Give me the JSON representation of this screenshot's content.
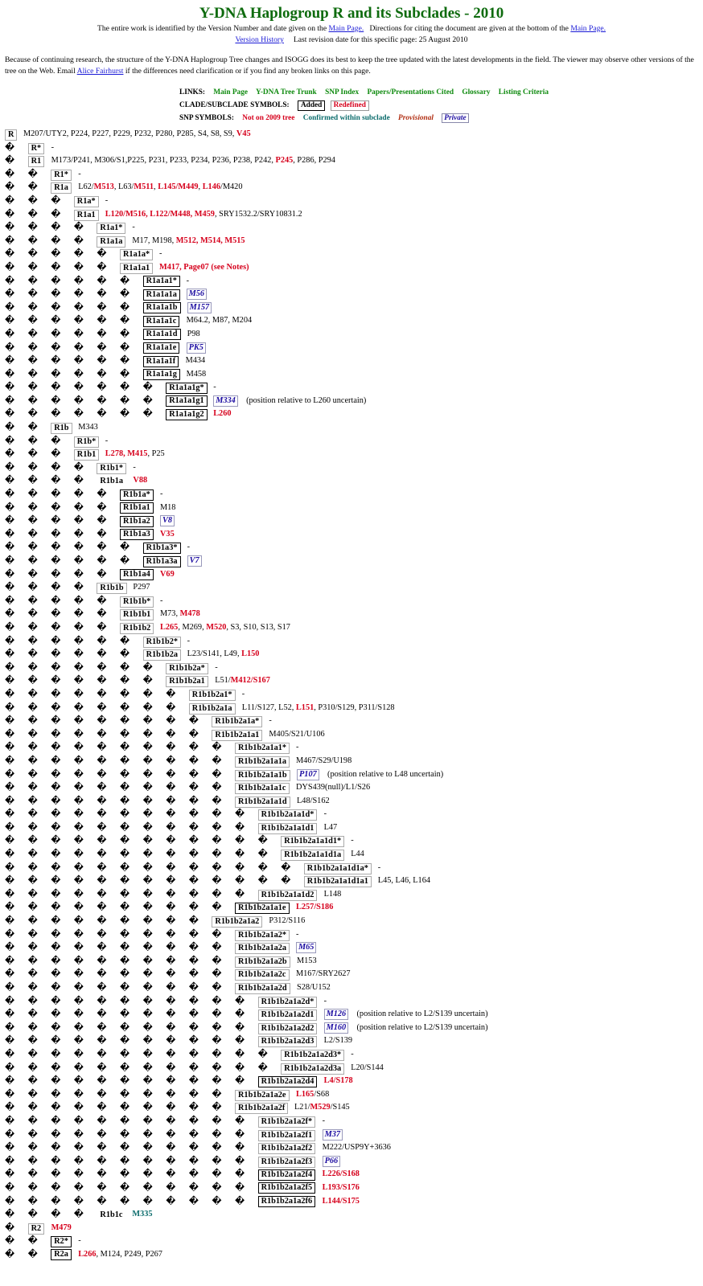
{
  "header": {
    "title": "Y-DNA Haplogroup R and its Subclades - 2010",
    "line1_pre": "The entire work is identified by the Version Number and date given on the",
    "line1_link1": "Main Page.",
    "line1_mid": "Directions for citing the document are given at the bottom of the",
    "line1_link2": "Main Page.",
    "line2_link": "Version History",
    "line2_text": "Last revision date for this specific page: 25 August 2010"
  },
  "intro": {
    "pre": "Because of continuing research, the structure of the Y-DNA Haplogroup Tree changes and ISOGG does its best to keep the tree updated with the latest developments in the field. The viewer may observe other versions of the tree on the Web. Email",
    "link": "Alice Fairhurst",
    "post": "if the differences need clarification or if you find any broken links on this page."
  },
  "links": {
    "label": "LINKS:",
    "items": [
      "Main Page",
      "Y-DNA Tree Trunk",
      "SNP Index",
      "Papers/Presentations Cited",
      "Glossary",
      "Listing Criteria"
    ],
    "clade_label": "CLADE/SUBCLADE SYMBOLS:",
    "added": "Added",
    "redefined": "Redefined",
    "snp_label": "SNP SYMBOLS:",
    "not2009": "Not on 2009 tree",
    "confirmed": "Confirmed within subclade",
    "provisional": "Provisional",
    "private": "Private"
  },
  "colors": {
    "title": "#0e6b0e",
    "link_green": "#0e8a0e",
    "new_snp": "#d6001c",
    "confirmed": "#0b6c6c",
    "private": "#1a0aa0",
    "hyperlink": "#1a1ad6"
  },
  "tree": [
    {
      "d": 0,
      "n": "R",
      "s": [
        {
          "t": "M207/UTY2, P224, P227, P229, P232, P280, P285, S4, S8, S9, "
        },
        {
          "t": "V45",
          "c": "red"
        }
      ]
    },
    {
      "d": 1,
      "n": "R*",
      "s": [
        {
          "t": "-"
        }
      ]
    },
    {
      "d": 1,
      "n": "R1",
      "s": [
        {
          "t": "M173/P241, M306/S1,P225, P231, P233, P234, P236, P238, P242, "
        },
        {
          "t": "P245",
          "c": "red"
        },
        {
          "t": ", P286, P294"
        }
      ]
    },
    {
      "d": 2,
      "n": "R1*",
      "s": [
        {
          "t": "-"
        }
      ]
    },
    {
      "d": 2,
      "n": "R1a",
      "s": [
        {
          "t": "L62/"
        },
        {
          "t": "M513",
          "c": "red"
        },
        {
          "t": ", L63/"
        },
        {
          "t": "M511",
          "c": "red"
        },
        {
          "t": ", "
        },
        {
          "t": "L145/M449",
          "c": "red"
        },
        {
          "t": ", "
        },
        {
          "t": "L146",
          "c": "red"
        },
        {
          "t": "/M420"
        }
      ]
    },
    {
      "d": 3,
      "n": "R1a*",
      "s": [
        {
          "t": "-"
        }
      ]
    },
    {
      "d": 3,
      "n": "R1a1",
      "s": [
        {
          "t": "L120/M516, L122/M448, M459",
          "c": "red"
        },
        {
          "t": ", SRY1532.2/SRY10831.2"
        }
      ]
    },
    {
      "d": 4,
      "n": "R1a1*",
      "s": [
        {
          "t": "-"
        }
      ]
    },
    {
      "d": 4,
      "n": "R1a1a",
      "s": [
        {
          "t": "M17, M198, "
        },
        {
          "t": "M512, M514, M515",
          "c": "red"
        }
      ]
    },
    {
      "d": 5,
      "n": "R1a1a*",
      "s": [
        {
          "t": "-"
        }
      ]
    },
    {
      "d": 5,
      "n": "R1a1a1",
      "s": [
        {
          "t": "M417, Page07 (see Notes)",
          "c": "red"
        }
      ]
    },
    {
      "d": 6,
      "n": "R1a1a1*",
      "b": "added",
      "s": [
        {
          "t": "-"
        }
      ]
    },
    {
      "d": 6,
      "n": "R1a1a1a",
      "b": "added",
      "s": [
        {
          "t": "M56",
          "c": "priv"
        }
      ]
    },
    {
      "d": 6,
      "n": "R1a1a1b",
      "b": "added",
      "s": [
        {
          "t": "M157",
          "c": "priv"
        }
      ]
    },
    {
      "d": 6,
      "n": "R1a1a1c",
      "b": "added",
      "s": [
        {
          "t": "M64.2, M87, M204"
        }
      ]
    },
    {
      "d": 6,
      "n": "R1a1a1d",
      "b": "added",
      "s": [
        {
          "t": "P98"
        }
      ]
    },
    {
      "d": 6,
      "n": "R1a1a1e",
      "b": "added",
      "s": [
        {
          "t": "PK5",
          "c": "priv"
        }
      ]
    },
    {
      "d": 6,
      "n": "R1a1a1f",
      "b": "added",
      "s": [
        {
          "t": "M434"
        }
      ]
    },
    {
      "d": 6,
      "n": "R1a1a1g",
      "b": "added",
      "s": [
        {
          "t": "M458"
        }
      ]
    },
    {
      "d": 7,
      "n": "R1a1a1g*",
      "b": "added",
      "s": [
        {
          "t": "-"
        }
      ]
    },
    {
      "d": 7,
      "n": "R1a1a1g1",
      "b": "added",
      "s": [
        {
          "t": "M334",
          "c": "priv"
        },
        {
          "t": "    (position relative to L260 uncertain)"
        }
      ]
    },
    {
      "d": 7,
      "n": "R1a1a1g2",
      "b": "added",
      "s": [
        {
          "t": "L260",
          "c": "red"
        }
      ]
    },
    {
      "d": 2,
      "n": "R1b",
      "s": [
        {
          "t": "M343"
        }
      ]
    },
    {
      "d": 3,
      "n": "R1b*",
      "s": [
        {
          "t": "-"
        }
      ]
    },
    {
      "d": 3,
      "n": "R1b1",
      "s": [
        {
          "t": "L278, M415",
          "c": "red"
        },
        {
          "t": ", P25"
        }
      ]
    },
    {
      "d": 4,
      "n": "R1b1*",
      "s": [
        {
          "t": "-"
        }
      ]
    },
    {
      "d": 4,
      "n": "R1b1a",
      "b": "plain",
      "s": [
        {
          "t": "V88",
          "c": "red"
        }
      ]
    },
    {
      "d": 5,
      "n": "R1b1a*",
      "b": "added",
      "s": [
        {
          "t": "-"
        }
      ]
    },
    {
      "d": 5,
      "n": "R1b1a1",
      "b": "added",
      "s": [
        {
          "t": "M18"
        }
      ]
    },
    {
      "d": 5,
      "n": "R1b1a2",
      "b": "added",
      "s": [
        {
          "t": "V8",
          "c": "priv"
        }
      ]
    },
    {
      "d": 5,
      "n": "R1b1a3",
      "b": "added",
      "s": [
        {
          "t": "V35",
          "c": "red"
        }
      ]
    },
    {
      "d": 6,
      "n": "R1b1a3*",
      "b": "added",
      "s": [
        {
          "t": "-"
        }
      ]
    },
    {
      "d": 6,
      "n": "R1b1a3a",
      "b": "added",
      "s": [
        {
          "t": "V7",
          "c": "priv"
        }
      ]
    },
    {
      "d": 5,
      "n": "R1b1a4",
      "b": "added",
      "s": [
        {
          "t": "V69",
          "c": "red"
        }
      ]
    },
    {
      "d": 4,
      "n": "R1b1b",
      "s": [
        {
          "t": "P297"
        }
      ]
    },
    {
      "d": 5,
      "n": "R1b1b*",
      "s": [
        {
          "t": "-"
        }
      ]
    },
    {
      "d": 5,
      "n": "R1b1b1",
      "s": [
        {
          "t": "M73, "
        },
        {
          "t": "M478",
          "c": "red"
        }
      ]
    },
    {
      "d": 5,
      "n": "R1b1b2",
      "s": [
        {
          "t": "L265",
          "c": "red"
        },
        {
          "t": ", M269, "
        },
        {
          "t": "M520",
          "c": "red"
        },
        {
          "t": ", S3, S10, S13, S17"
        }
      ]
    },
    {
      "d": 6,
      "n": "R1b1b2*",
      "s": [
        {
          "t": "-"
        }
      ]
    },
    {
      "d": 6,
      "n": "R1b1b2a",
      "s": [
        {
          "t": "L23/S141, L49, "
        },
        {
          "t": "L150",
          "c": "red"
        }
      ]
    },
    {
      "d": 7,
      "n": "R1b1b2a*",
      "s": [
        {
          "t": "-"
        }
      ]
    },
    {
      "d": 7,
      "n": "R1b1b2a1",
      "s": [
        {
          "t": "L51/"
        },
        {
          "t": "M412/S167",
          "c": "red"
        }
      ]
    },
    {
      "d": 8,
      "n": "R1b1b2a1*",
      "s": [
        {
          "t": "-"
        }
      ]
    },
    {
      "d": 8,
      "n": "R1b1b2a1a",
      "s": [
        {
          "t": "L11/S127, L52, "
        },
        {
          "t": "L151",
          "c": "red"
        },
        {
          "t": ", P310/S129, P311/S128"
        }
      ]
    },
    {
      "d": 9,
      "n": "R1b1b2a1a*",
      "s": [
        {
          "t": "-"
        }
      ]
    },
    {
      "d": 9,
      "n": "R1b1b2a1a1",
      "s": [
        {
          "t": "M405/S21/U106"
        }
      ]
    },
    {
      "d": 10,
      "n": "R1b1b2a1a1*",
      "s": [
        {
          "t": "-"
        }
      ]
    },
    {
      "d": 10,
      "n": "R1b1b2a1a1a",
      "s": [
        {
          "t": "M467/S29/U198"
        }
      ]
    },
    {
      "d": 10,
      "n": "R1b1b2a1a1b",
      "s": [
        {
          "t": "P107",
          "c": "priv"
        },
        {
          "t": "    (position relative to L48 uncertain)"
        }
      ]
    },
    {
      "d": 10,
      "n": "R1b1b2a1a1c",
      "s": [
        {
          "t": "DYS439(null)/L1/S26"
        }
      ]
    },
    {
      "d": 10,
      "n": "R1b1b2a1a1d",
      "s": [
        {
          "t": "L48/S162"
        }
      ]
    },
    {
      "d": 11,
      "n": "R1b1b2a1a1d*",
      "s": [
        {
          "t": "-"
        }
      ]
    },
    {
      "d": 11,
      "n": "R1b1b2a1a1d1",
      "s": [
        {
          "t": "L47"
        }
      ]
    },
    {
      "d": 12,
      "n": "R1b1b2a1a1d1*",
      "s": [
        {
          "t": "-"
        }
      ]
    },
    {
      "d": 12,
      "n": "R1b1b2a1a1d1a",
      "s": [
        {
          "t": "L44"
        }
      ]
    },
    {
      "d": 13,
      "n": "R1b1b2a1a1d1a*",
      "s": [
        {
          "t": "-"
        }
      ]
    },
    {
      "d": 13,
      "n": "R1b1b2a1a1d1a1",
      "s": [
        {
          "t": "L45, L46, L164"
        }
      ]
    },
    {
      "d": 11,
      "n": "R1b1b2a1a1d2",
      "s": [
        {
          "t": "L148"
        }
      ]
    },
    {
      "d": 10,
      "n": "R1b1b2a1a1e",
      "b": "added",
      "s": [
        {
          "t": "L257/S186",
          "c": "red"
        }
      ]
    },
    {
      "d": 9,
      "n": "R1b1b2a1a2",
      "s": [
        {
          "t": "P312/S116"
        }
      ]
    },
    {
      "d": 10,
      "n": "R1b1b2a1a2*",
      "s": [
        {
          "t": "-"
        }
      ]
    },
    {
      "d": 10,
      "n": "R1b1b2a1a2a",
      "s": [
        {
          "t": "M65",
          "c": "priv"
        }
      ]
    },
    {
      "d": 10,
      "n": "R1b1b2a1a2b",
      "s": [
        {
          "t": "M153"
        }
      ]
    },
    {
      "d": 10,
      "n": "R1b1b2a1a2c",
      "s": [
        {
          "t": "M167/SRY2627"
        }
      ]
    },
    {
      "d": 10,
      "n": "R1b1b2a1a2d",
      "s": [
        {
          "t": "S28/U152"
        }
      ]
    },
    {
      "d": 11,
      "n": "R1b1b2a1a2d*",
      "s": [
        {
          "t": "-"
        }
      ]
    },
    {
      "d": 11,
      "n": "R1b1b2a1a2d1",
      "s": [
        {
          "t": "M126",
          "c": "priv"
        },
        {
          "t": "    (position relative to L2/S139 uncertain)"
        }
      ]
    },
    {
      "d": 11,
      "n": "R1b1b2a1a2d2",
      "s": [
        {
          "t": "M160",
          "c": "priv"
        },
        {
          "t": "    (position relative to L2/S139 uncertain)"
        }
      ]
    },
    {
      "d": 11,
      "n": "R1b1b2a1a2d3",
      "s": [
        {
          "t": "L2/S139"
        }
      ]
    },
    {
      "d": 12,
      "n": "R1b1b2a1a2d3*",
      "s": [
        {
          "t": "-"
        }
      ]
    },
    {
      "d": 12,
      "n": "R1b1b2a1a2d3a",
      "s": [
        {
          "t": "L20/S144"
        }
      ]
    },
    {
      "d": 11,
      "n": "R1b1b2a1a2d4",
      "b": "added",
      "s": [
        {
          "t": "L4/S178",
          "c": "red"
        }
      ]
    },
    {
      "d": 10,
      "n": "R1b1b2a1a2e",
      "s": [
        {
          "t": "L165",
          "c": "red"
        },
        {
          "t": "/S68"
        }
      ]
    },
    {
      "d": 10,
      "n": "R1b1b2a1a2f",
      "s": [
        {
          "t": "L21/"
        },
        {
          "t": "M529",
          "c": "red"
        },
        {
          "t": "/S145"
        }
      ]
    },
    {
      "d": 11,
      "n": "R1b1b2a1a2f*",
      "s": [
        {
          "t": "-"
        }
      ]
    },
    {
      "d": 11,
      "n": "R1b1b2a1a2f1",
      "s": [
        {
          "t": "M37",
          "c": "priv"
        }
      ]
    },
    {
      "d": 11,
      "n": "R1b1b2a1a2f2",
      "s": [
        {
          "t": "M222/USP9Y+3636"
        }
      ]
    },
    {
      "d": 11,
      "n": "R1b1b2a1a2f3",
      "s": [
        {
          "t": "P66",
          "c": "priv"
        }
      ]
    },
    {
      "d": 11,
      "n": "R1b1b2a1a2f4",
      "b": "added",
      "s": [
        {
          "t": "L226/S168",
          "c": "red"
        }
      ]
    },
    {
      "d": 11,
      "n": "R1b1b2a1a2f5",
      "b": "added",
      "s": [
        {
          "t": "L193/S176",
          "c": "red"
        }
      ]
    },
    {
      "d": 11,
      "n": "R1b1b2a1a2f6",
      "b": "added",
      "s": [
        {
          "t": "L144/S175",
          "c": "red"
        }
      ]
    },
    {
      "d": 4,
      "n": "R1b1c",
      "b": "plain",
      "s": [
        {
          "t": "M335",
          "c": "teal"
        }
      ]
    },
    {
      "d": 1,
      "n": "R2",
      "s": [
        {
          "t": "M479",
          "c": "red"
        }
      ]
    },
    {
      "d": 2,
      "n": "R2*",
      "b": "added",
      "s": [
        {
          "t": "-"
        }
      ]
    },
    {
      "d": 2,
      "n": "R2a",
      "b": "added",
      "s": [
        {
          "t": "L266",
          "c": "red"
        },
        {
          "t": ", M124, P249, P267"
        }
      ]
    }
  ],
  "bullet": "�"
}
